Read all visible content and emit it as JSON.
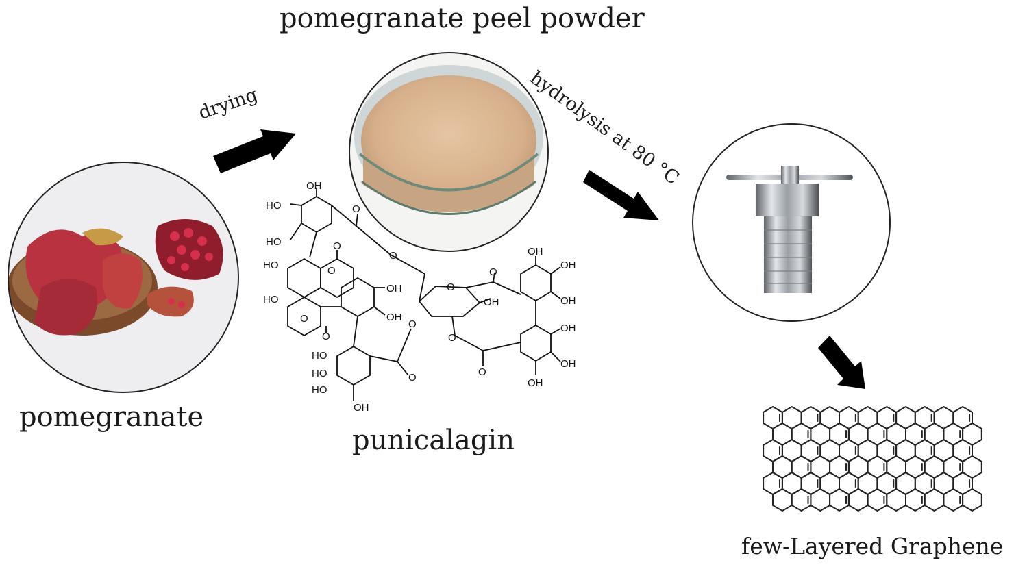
{
  "labels": {
    "powder": "pomegranate peel powder",
    "pomegranate": "pomegranate",
    "punicalagin": "punicalagin",
    "graphene": "few-Layered Graphene",
    "drying": "drying",
    "hydrolysis": "hydrolysis at 80 °C"
  },
  "chem_groups": {
    "oh": "OH",
    "ho": "HO",
    "o": "O"
  },
  "colors": {
    "arrow": "#000000",
    "powder": "#d9b48f",
    "peel": "#b8323f",
    "steel": "#b9bcc0"
  }
}
